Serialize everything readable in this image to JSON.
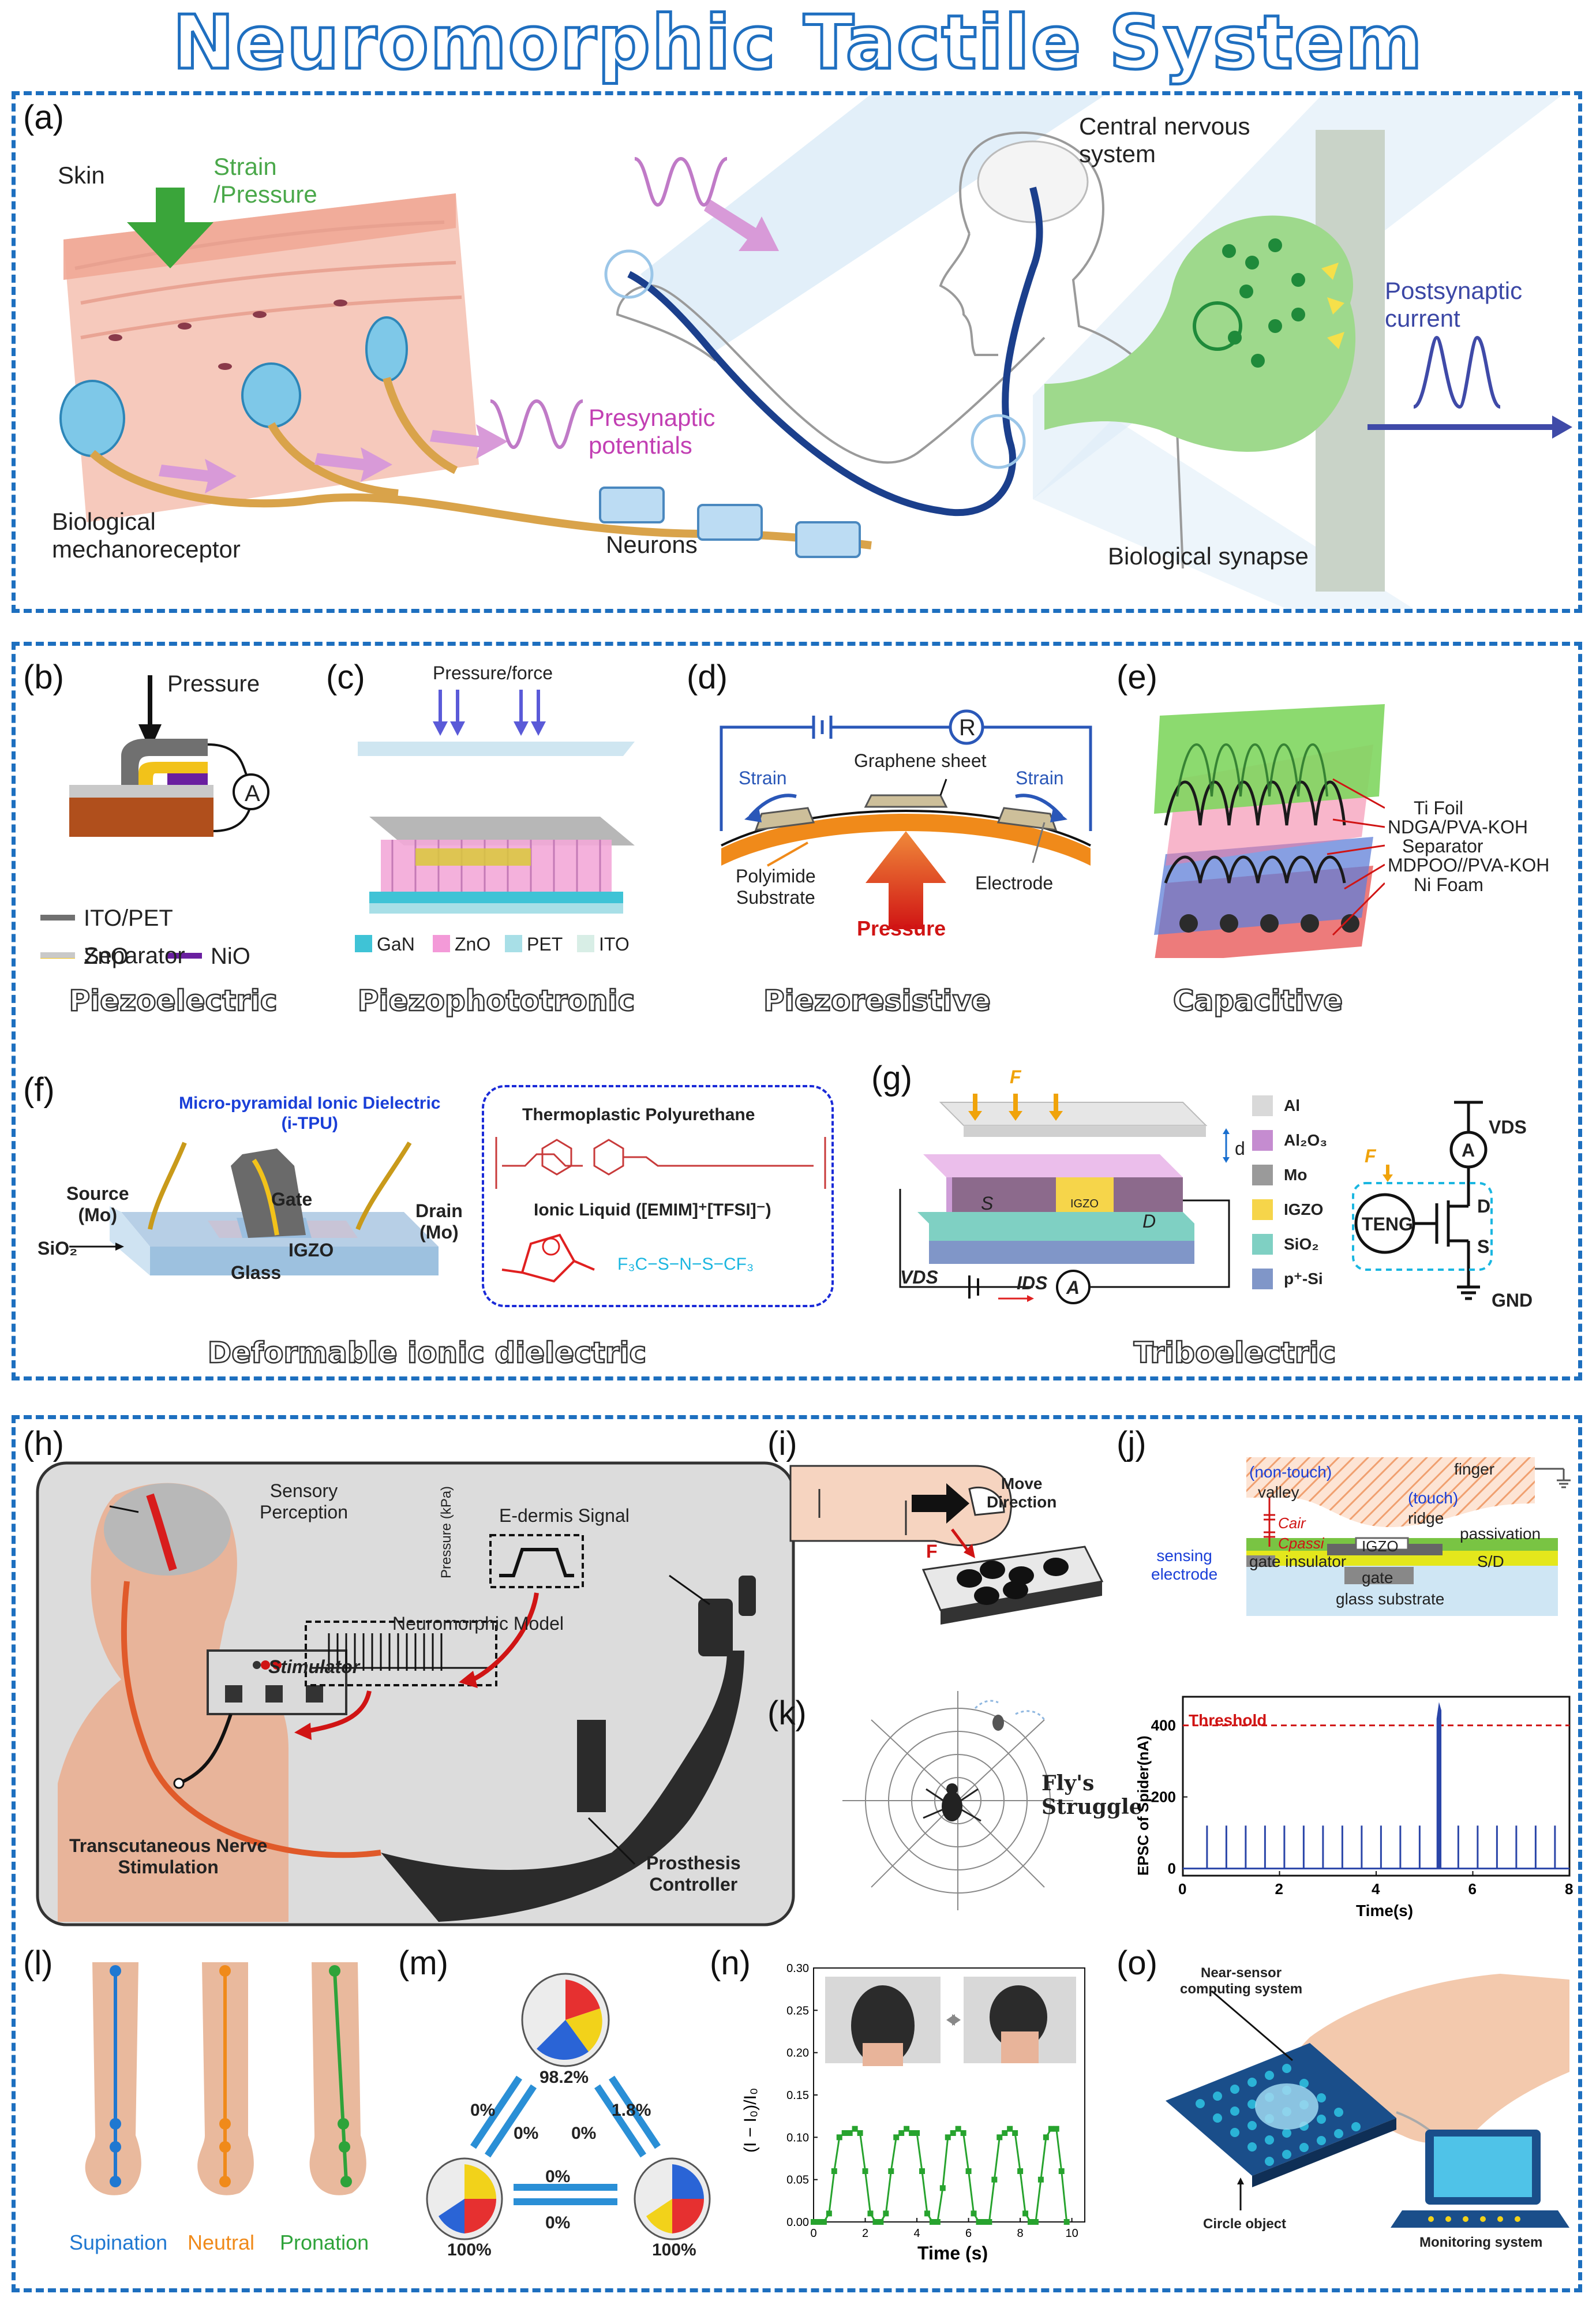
{
  "title": "Neuromorphic Tactile System",
  "panel_a": {
    "label": "(a)",
    "skin": "Skin",
    "strain_pressure": "Strain\n/Pressure",
    "bio_mechanoreceptor": "Biological\nmechanoreceptor",
    "presynaptic": "Presynaptic\npotentials",
    "neurons": "Neurons",
    "cns": "Central nervous\nsystem",
    "postsynaptic": "Postsynaptic\ncurrent",
    "bio_synapse": "Biological synapse"
  },
  "panel_b": {
    "label": "(b)",
    "pressure": "Pressure",
    "ammeter": "A",
    "legend": [
      "ITO/PET",
      "ZnO",
      "NiO",
      "Separator"
    ],
    "legend_colors": [
      "#707070",
      "#f2c21a",
      "#6a1fa0",
      "#c9c9c9"
    ],
    "category": "Piezoelectric"
  },
  "panel_c": {
    "label": "(c)",
    "force": "Pressure/force",
    "legend": [
      "GaN",
      "ZnO",
      "PET",
      "ITO"
    ],
    "legend_colors": [
      "#3fc3d6",
      "#f39ad8",
      "#a8dfe7",
      "#d8eee6"
    ],
    "category": "Piezophototronic"
  },
  "panel_d": {
    "label": "(d)",
    "resistor": "R",
    "graphene": "Graphene sheet",
    "strain_left": "Strain",
    "strain_right": "Strain",
    "polyimide": "Polyimide\nSubstrate",
    "electrode": "Electrode",
    "pressure": "Pressure",
    "category": "Piezoresistive"
  },
  "panel_e": {
    "label": "(e)",
    "layers": [
      "Ti Foil",
      "NDGA/PVA-KOH",
      "Separator",
      "MDPOO//PVA-KOH",
      "Ni Foam"
    ],
    "category": "Capacitive"
  },
  "panel_f": {
    "label": "(f)",
    "micro": "Micro-pyramidal Ionic Dielectric\n(i-TPU)",
    "gate": "Gate",
    "source": "Source\n(Mo)",
    "drain": "Drain\n(Mo)",
    "sio2": "SiO₂",
    "igzo": "IGZO",
    "glass": "Glass",
    "tpu": "Thermoplastic Polyurethane",
    "ionic": "Ionic Liquid ([EMIM]⁺[TFSI]⁻)",
    "category": "Deformable ionic dielectric"
  },
  "panel_g": {
    "label": "(g)",
    "f": "F",
    "d": "d",
    "s": "S",
    "dd": "D",
    "igzo": "IGZO",
    "vds": "VDS",
    "ids": "IDS",
    "ammeter": "A",
    "legend": [
      "Al",
      "Al₂O₃",
      "Mo",
      "IGZO",
      "SiO₂",
      "p⁺-Si"
    ],
    "legend_colors": [
      "#d9d9d9",
      "#c58cd0",
      "#9a9a9a",
      "#f6d54a",
      "#7fd0c3",
      "#8096c8"
    ],
    "teng": "TENG",
    "vds_circ": "VDS",
    "d_circ": "D",
    "s_circ": "S",
    "gnd": "GND",
    "category": "Triboelectric"
  },
  "panel_h": {
    "label": "(h)",
    "sensory": "Sensory\nPerception",
    "edermis": "E-dermis Signal",
    "pressure_axis": "Pressure (kPa)",
    "neuromorphic": "Neuromorphic Model",
    "stimulator": "Stimulator",
    "tns": "Transcutaneous Nerve\nStimulation",
    "prosthesis": "Prosthesis\nController"
  },
  "panel_i": {
    "label": "(i)",
    "move": "Move\nDirection",
    "f": "F"
  },
  "panel_j": {
    "label": "(j)",
    "finger": "finger",
    "nontouch": "(non-touch)",
    "valley": "valley",
    "touch": "(touch)",
    "ridge": "ridge",
    "cair": "Cair",
    "cpassi": "Cpassi",
    "passivation": "passivation",
    "sensing": "sensing\nelectrode",
    "igzo": "IGZO",
    "sd": "S/D",
    "gate_insulator": "gate insulator",
    "gate": "gate",
    "glass": "glass substrate"
  },
  "panel_k": {
    "label": "(k)",
    "fly": "Fly's\nStruggle",
    "chart_data": {
      "type": "line",
      "xlabel": "Time(s)",
      "ylabel": "EPSC of Spider(nA)",
      "xlim": [
        0,
        8
      ],
      "ylim": [
        -20,
        480
      ],
      "xticks": [
        "0",
        "2",
        "4",
        "6",
        "8"
      ],
      "yticks": [
        "0",
        "200",
        "400"
      ],
      "threshold": 400,
      "threshold_label": "Threshold",
      "spike_times": [
        0.5,
        0.9,
        1.3,
        1.7,
        2.1,
        2.5,
        2.9,
        3.3,
        3.7,
        4.1,
        4.5,
        4.9,
        5.7,
        6.1,
        6.5,
        6.9,
        7.3,
        7.7
      ],
      "spike_height": 120,
      "burst_start": 5.25,
      "burst_end": 5.35,
      "burst_height": 465,
      "color": "#2a45a8"
    }
  },
  "panel_l": {
    "label": "(l)",
    "labels": [
      "Supination",
      "Neutral",
      "Pronation"
    ],
    "colors": [
      "#1f78d1",
      "#f08a1a",
      "#2ea33a"
    ]
  },
  "panel_m": {
    "label": "(m)",
    "top_pct": "98.2%",
    "left_pct": "100%",
    "right_pct": "100%",
    "edge_labels": [
      "0%",
      "0%",
      "0%",
      "1.8%",
      "0%",
      "0%"
    ]
  },
  "panel_n": {
    "label": "(n)",
    "chart_data": {
      "type": "line",
      "xlabel": "Time (s)",
      "ylabel": "(I − I₀)/I₀",
      "xlim": [
        0,
        10.5
      ],
      "ylim": [
        0,
        0.3
      ],
      "xticks": [
        "0",
        "2",
        "4",
        "6",
        "8",
        "10"
      ],
      "yticks": [
        "0.00",
        "0.05",
        "0.10",
        "0.15",
        "0.20",
        "0.25",
        "0.30"
      ],
      "x": [
        0.0,
        0.2,
        0.4,
        0.6,
        0.8,
        1.0,
        1.2,
        1.4,
        1.6,
        1.8,
        2.0,
        2.2,
        2.4,
        2.6,
        2.8,
        3.0,
        3.2,
        3.4,
        3.6,
        3.8,
        4.0,
        4.2,
        4.4,
        4.6,
        4.8,
        5.0,
        5.2,
        5.4,
        5.6,
        5.8,
        6.0,
        6.2,
        6.4,
        6.6,
        6.8,
        7.0,
        7.2,
        7.4,
        7.6,
        7.8,
        8.0,
        8.2,
        8.4,
        8.6,
        8.8,
        9.0,
        9.2,
        9.4,
        9.6,
        9.8
      ],
      "y": [
        0.0,
        0.0,
        0.0,
        0.01,
        0.06,
        0.1,
        0.105,
        0.105,
        0.11,
        0.105,
        0.06,
        0.01,
        0.0,
        0.0,
        0.01,
        0.06,
        0.1,
        0.105,
        0.11,
        0.105,
        0.105,
        0.06,
        0.01,
        0.0,
        0.0,
        0.04,
        0.1,
        0.105,
        0.11,
        0.105,
        0.06,
        0.01,
        0.0,
        0.0,
        0.0,
        0.05,
        0.1,
        0.105,
        0.11,
        0.105,
        0.06,
        0.01,
        0.0,
        0.0,
        0.05,
        0.1,
        0.11,
        0.11,
        0.06,
        0.0
      ],
      "color": "#27a32e"
    }
  },
  "panel_o": {
    "label": "(o)",
    "near": "Near-sensor\ncomputing system",
    "circle": "Circle object",
    "monitoring": "Monitoring system"
  }
}
